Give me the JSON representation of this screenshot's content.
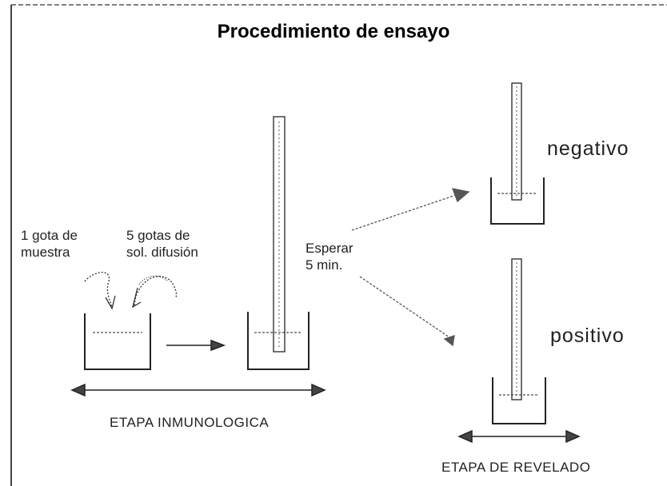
{
  "title": "Procedimiento de ensayo",
  "labels": {
    "one_drop": "1 gota de\nmuestra",
    "five_drops": "5 gotas de\nsol. difusión",
    "wait": "Esperar\n5 min.",
    "negative": "negativo",
    "positive": "positivo",
    "stage_immuno": "ETAPA INMUNOLOGICA",
    "stage_reveal": "ETAPA DE REVELADO"
  },
  "colors": {
    "line": "#222222",
    "dashed": "#777777"
  }
}
